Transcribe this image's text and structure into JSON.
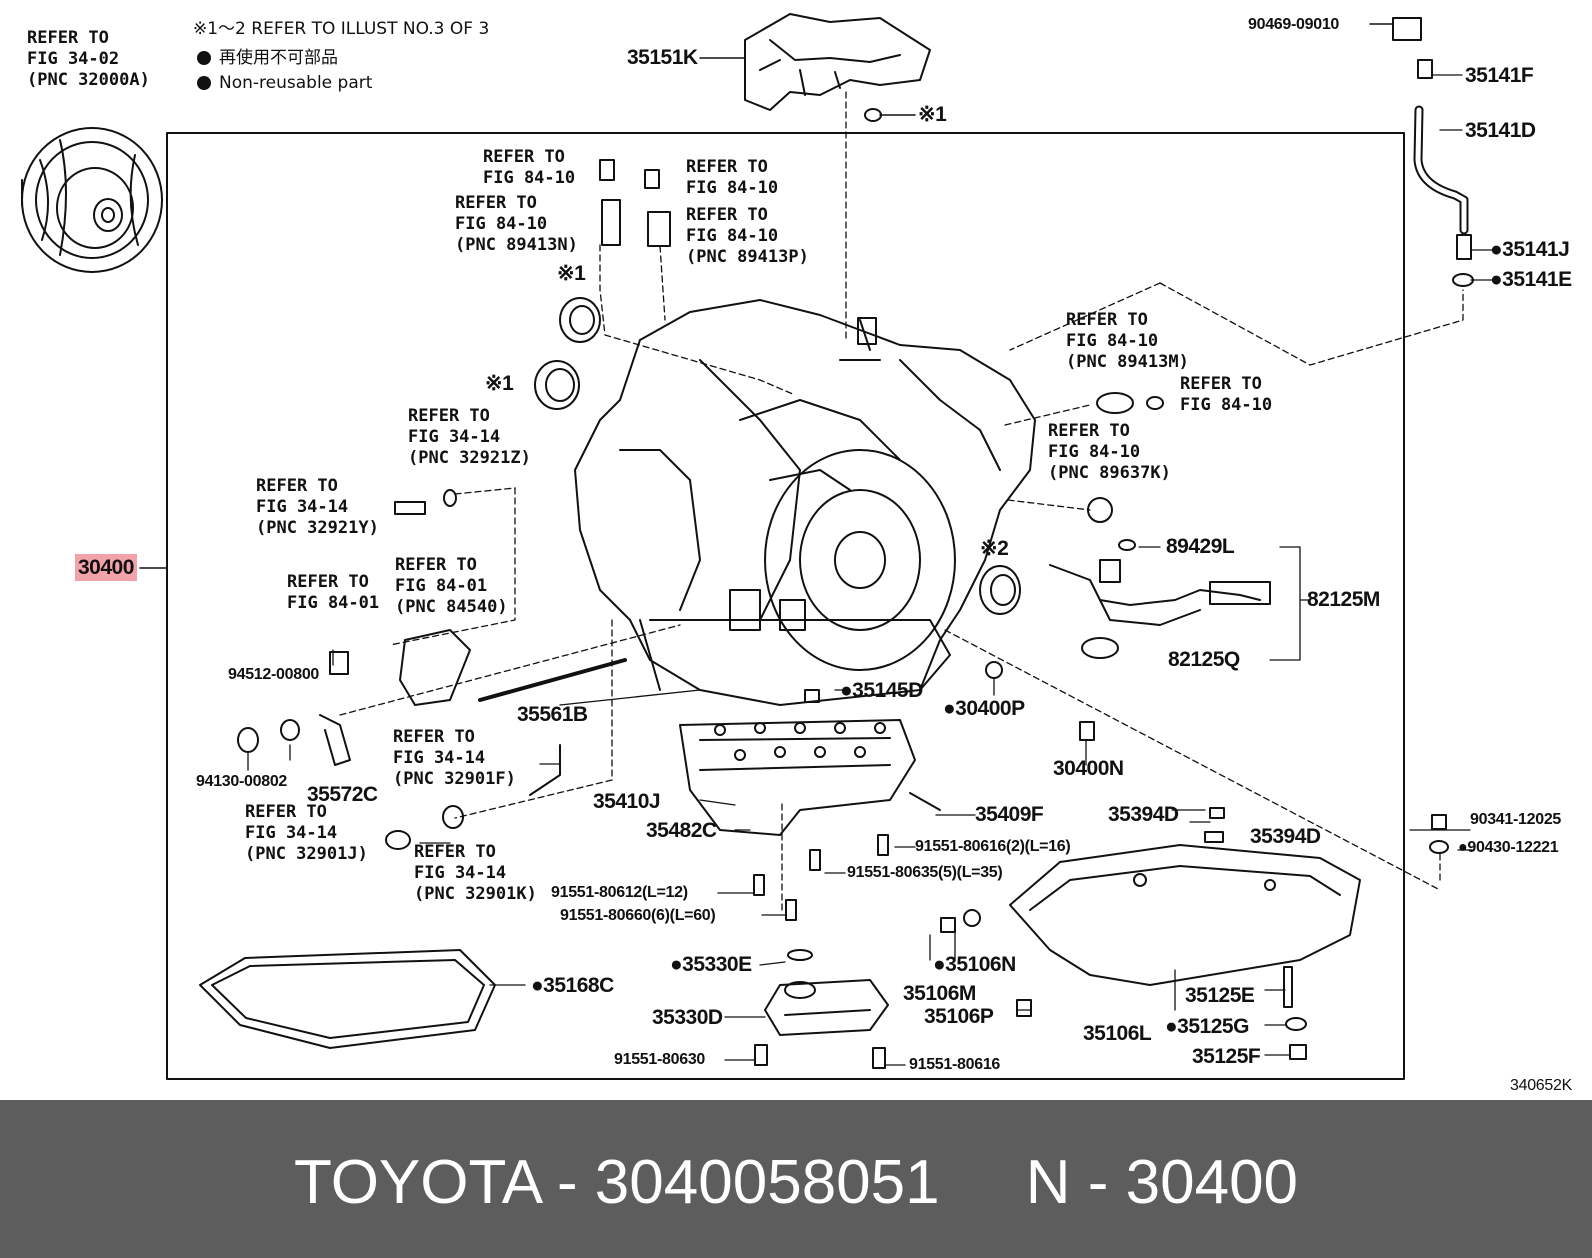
{
  "legend": {
    "note": "※1～2 REFER TO ILLUST NO.3 OF 3",
    "jp": "再使用不可部品",
    "en": "Non-reusable part"
  },
  "labels": [
    {
      "id": "ref-32000a",
      "text": "REFER TO\nFIG 34-02\n(PNC 32000A)"
    },
    {
      "id": "ref-89413n-bolt",
      "text": "REFER TO\nFIG 84-10"
    },
    {
      "id": "ref-89413n",
      "text": "REFER TO\nFIG 84-10\n(PNC 89413N)"
    },
    {
      "id": "ref-89413p-bolt",
      "text": "REFER TO\nFIG 84-10"
    },
    {
      "id": "ref-89413p",
      "text": "REFER TO\nFIG 84-10\n(PNC 89413P)"
    },
    {
      "id": "ref-32921z",
      "text": "REFER TO\nFIG 34-14\n(PNC 32921Z)"
    },
    {
      "id": "ref-32921y",
      "text": "REFER TO\nFIG 34-14\n(PNC 32921Y)"
    },
    {
      "id": "ref-84540",
      "text": "REFER TO\nFIG 84-01\n(PNC 84540)"
    },
    {
      "id": "ref-84-01",
      "text": "REFER TO\nFIG 84-01"
    },
    {
      "id": "ref-32901f",
      "text": "REFER TO\nFIG 34-14\n(PNC 32901F)"
    },
    {
      "id": "ref-32901j",
      "text": "REFER TO\nFIG 34-14\n(PNC 32901J)"
    },
    {
      "id": "ref-32901k",
      "text": "REFER TO\nFIG 34-14\n(PNC 32901K)"
    },
    {
      "id": "ref-89413m",
      "text": "REFER TO\nFIG 84-10\n(PNC 89413M)"
    },
    {
      "id": "ref-84-10-right",
      "text": "REFER TO\nFIG 84-10"
    },
    {
      "id": "ref-89637k",
      "text": "REFER TO\nFIG 84-10\n(PNC 89637K)"
    }
  ],
  "parts": [
    {
      "id": "30400",
      "text": "30400",
      "highlight": true
    },
    {
      "id": "35151k",
      "text": "35151K"
    },
    {
      "id": "mark1-top",
      "text": "※1"
    },
    {
      "id": "mark1-seal-a",
      "text": "※1"
    },
    {
      "id": "mark1-seal-b",
      "text": "※1"
    },
    {
      "id": "mark2",
      "text": "※2"
    },
    {
      "id": "90469",
      "text": "90469-09010"
    },
    {
      "id": "35141f",
      "text": "35141F"
    },
    {
      "id": "35141d",
      "text": "35141D"
    },
    {
      "id": "35141j",
      "text": "●35141J"
    },
    {
      "id": "35141e",
      "text": "●35141E"
    },
    {
      "id": "89429l",
      "text": "89429L"
    },
    {
      "id": "82125m",
      "text": "82125M"
    },
    {
      "id": "82125q",
      "text": "82125Q"
    },
    {
      "id": "94512",
      "text": "94512-00800"
    },
    {
      "id": "94130",
      "text": "94130-00802"
    },
    {
      "id": "35572c",
      "text": "35572C"
    },
    {
      "id": "35561b",
      "text": "35561B"
    },
    {
      "id": "35145d",
      "text": "●35145D"
    },
    {
      "id": "30400p",
      "text": "●30400P"
    },
    {
      "id": "30400n",
      "text": "30400N"
    },
    {
      "id": "35410j",
      "text": "35410J"
    },
    {
      "id": "35482c",
      "text": "35482C"
    },
    {
      "id": "35409f",
      "text": "35409F"
    },
    {
      "id": "35394d-a",
      "text": "35394D"
    },
    {
      "id": "35394d-b",
      "text": "35394D"
    },
    {
      "id": "90341",
      "text": "90341-12025"
    },
    {
      "id": "90430",
      "text": "●90430-12221"
    },
    {
      "id": "91551-80616-2",
      "text": "91551-80616(2)(L=16)"
    },
    {
      "id": "91551-80635",
      "text": "91551-80635(5)(L=35)"
    },
    {
      "id": "91551-80612",
      "text": "91551-80612(L=12)"
    },
    {
      "id": "91551-80660",
      "text": "91551-80660(6)(L=60)"
    },
    {
      "id": "35330e",
      "text": "●35330E"
    },
    {
      "id": "35106n",
      "text": "●35106N"
    },
    {
      "id": "35106m",
      "text": "35106M"
    },
    {
      "id": "35106p",
      "text": "35106P"
    },
    {
      "id": "35106l",
      "text": "35106L"
    },
    {
      "id": "35125e",
      "text": "35125E"
    },
    {
      "id": "35125g",
      "text": "●35125G"
    },
    {
      "id": "35125f",
      "text": "35125F"
    },
    {
      "id": "35168c",
      "text": "●35168C"
    },
    {
      "id": "35330d",
      "text": "35330D"
    },
    {
      "id": "91551-80630",
      "text": "91551-80630"
    },
    {
      "id": "91551-80616",
      "text": "91551-80616"
    }
  ],
  "illustration_id": "340652K",
  "caption": "TOYOTA - 3040058051     N - 30400",
  "colors": {
    "highlight": "#f2a3a9",
    "caption_bar": "#5d5d5d",
    "caption_text": "#ffffff",
    "ink": "#111111"
  }
}
